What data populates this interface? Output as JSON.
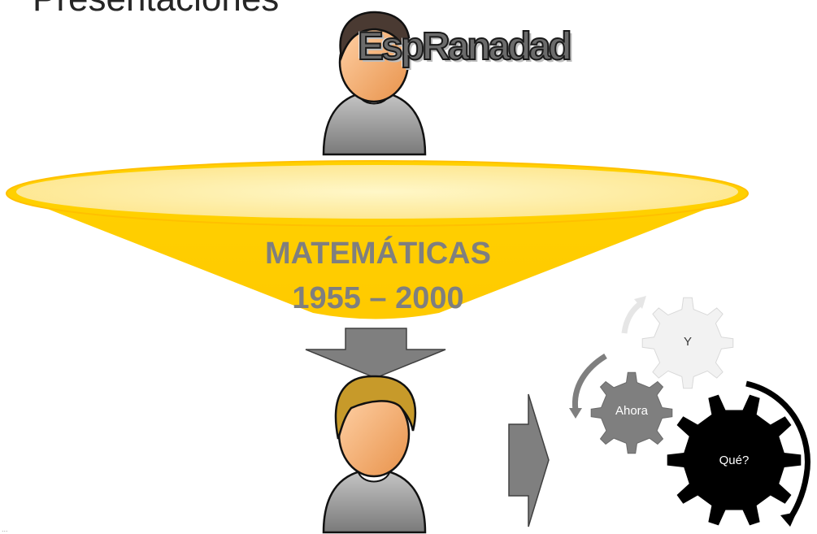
{
  "slide": {
    "title": "Presentaciones",
    "overlay_word": "EspRanadad",
    "footer_note": "..."
  },
  "funnel": {
    "line1": "MATEMÁTICAS",
    "line2": "1955 – 2000",
    "color": "#ffcc00"
  },
  "gears": [
    {
      "label": "Y",
      "color": "#f2f2f2",
      "text_color": "#3a3a3a"
    },
    {
      "label": "Ahora",
      "color": "#7f7f7f",
      "text_color": "#ffffff"
    },
    {
      "label": "Qué?",
      "color": "#000000",
      "text_color": "#ffffff"
    }
  ],
  "icons": [
    "person-dark-hair-icon",
    "funnel-icon",
    "down-arrow-icon",
    "person-blond-hair-icon",
    "right-arrow-icon",
    "gears-cycle-icon"
  ]
}
